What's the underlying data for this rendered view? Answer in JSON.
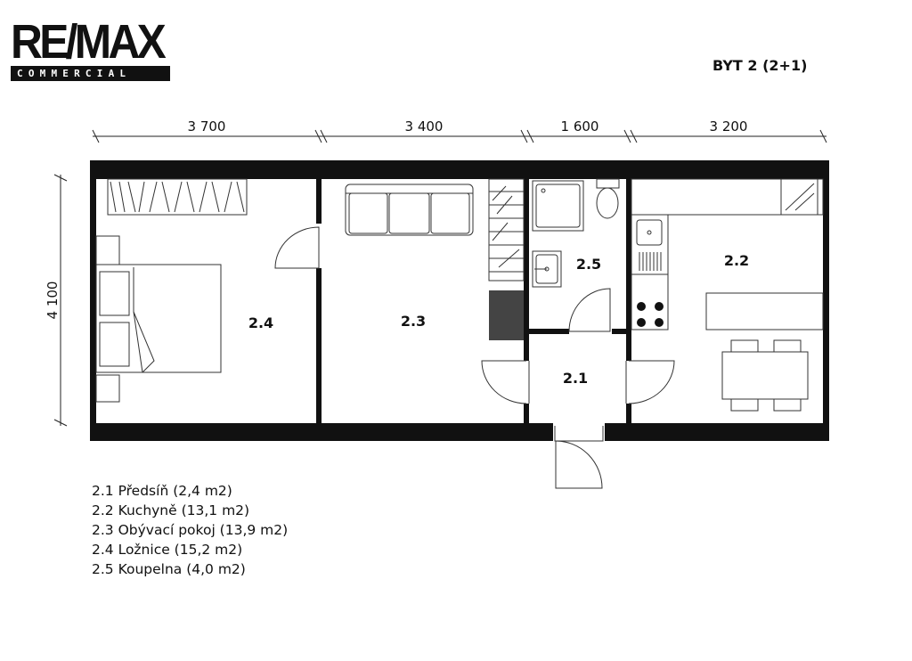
{
  "brand": {
    "name": "RE/MAX",
    "sub": "COMMERCIAL"
  },
  "unit_title": "BYT 2 (2+1)",
  "dimensions": {
    "d1": "3 700",
    "d2": "3 400",
    "d3": "1 600",
    "d4": "3 200",
    "height": "4 100"
  },
  "rooms": {
    "r21": "2.1",
    "r22": "2.2",
    "r23": "2.3",
    "r24": "2.4",
    "r25": "2.5"
  },
  "legend": [
    "2.1 Předsíň (2,4 m2)",
    "2.2 Kuchyně (13,1 m2)",
    "2.3 Obývací pokoj (13,9 m2)",
    "2.4 Ložnice (15,2 m2)",
    "2.5 Koupelna (4,0 m2)"
  ]
}
